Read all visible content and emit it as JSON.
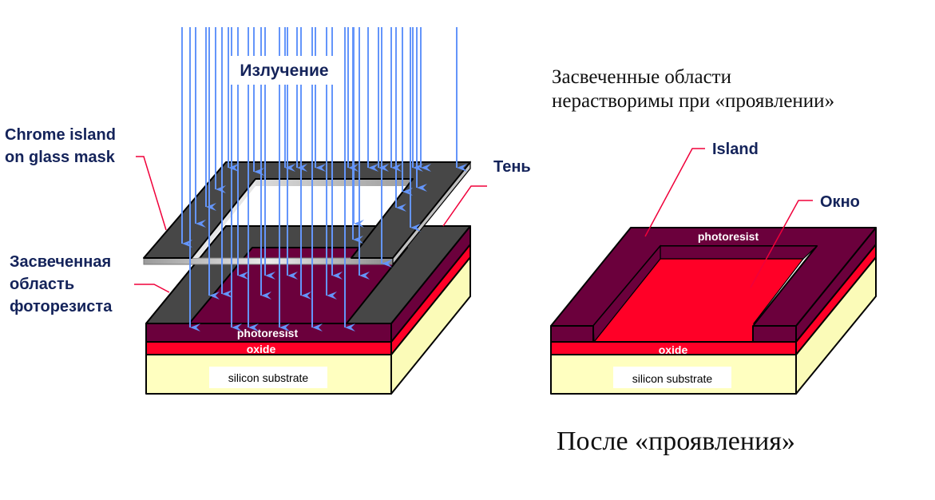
{
  "colors": {
    "photoresist": "#6b003c",
    "oxide": "#ff0027",
    "silicon": "#ffffc0",
    "silicon_side": "#fbfbb8",
    "chrome": "#474747",
    "glass_edge": "#c0c0c0",
    "ray": "#6495fa",
    "leader": "#f0003a",
    "label_text": "#14235a"
  },
  "left_diagram": {
    "radiation_label": "Излучение",
    "mask_label_line1": "Chrome island",
    "mask_label_line2": "on glass mask",
    "shadow_label": "Тень",
    "exposed_label_line1": "Засвеченная",
    "exposed_label_line2": "область",
    "exposed_label_line3": "фоторезиста",
    "layers": {
      "photoresist": "photoresist",
      "oxide": "oxide",
      "silicon": "silicon substrate"
    }
  },
  "right_diagram": {
    "heading_line1": "Засвеченные области",
    "heading_line2": "нерастворимы при «проявлении»",
    "island_label": "Island",
    "window_label": "Окно",
    "caption": "После «проявления»",
    "layers": {
      "photoresist": "photoresist",
      "oxide": "oxide",
      "silicon": "silicon substrate"
    }
  }
}
